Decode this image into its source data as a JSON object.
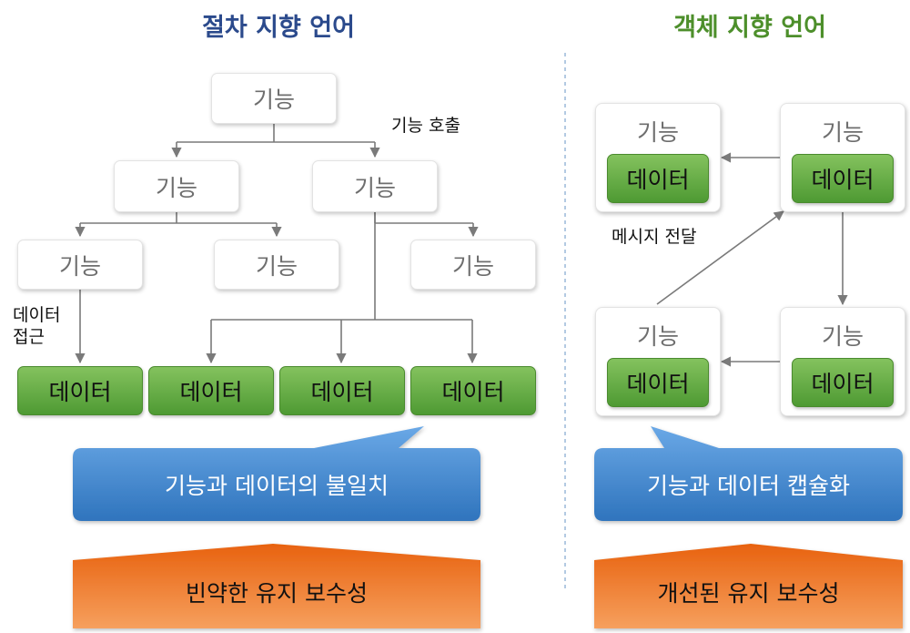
{
  "left": {
    "title": "절차 지향 언어",
    "func_label": "기능",
    "data_label": "데이터",
    "call_note": "기능 호출",
    "access_note_line1": "데이터",
    "access_note_line2": "접근",
    "bubble": "기능과  데이터의  불일치",
    "banner": "빈약한 유지 보수성"
  },
  "right": {
    "title": "객체 지향 언어",
    "func_label": "기능",
    "data_label": "데이터",
    "message_note": "메시지 전달",
    "bubble": "기능과 데이터 캡슐화",
    "banner": "개선된 유지 보수성"
  },
  "colors": {
    "left_title": "#2b4a8c",
    "right_title": "#4d8f2b",
    "data_green": "#5ca83c",
    "bubble_blue": "#3f86cf",
    "banner_orange": "#ea6a1a",
    "connector": "#7a7a7a",
    "divider": "#9ab8d8"
  }
}
